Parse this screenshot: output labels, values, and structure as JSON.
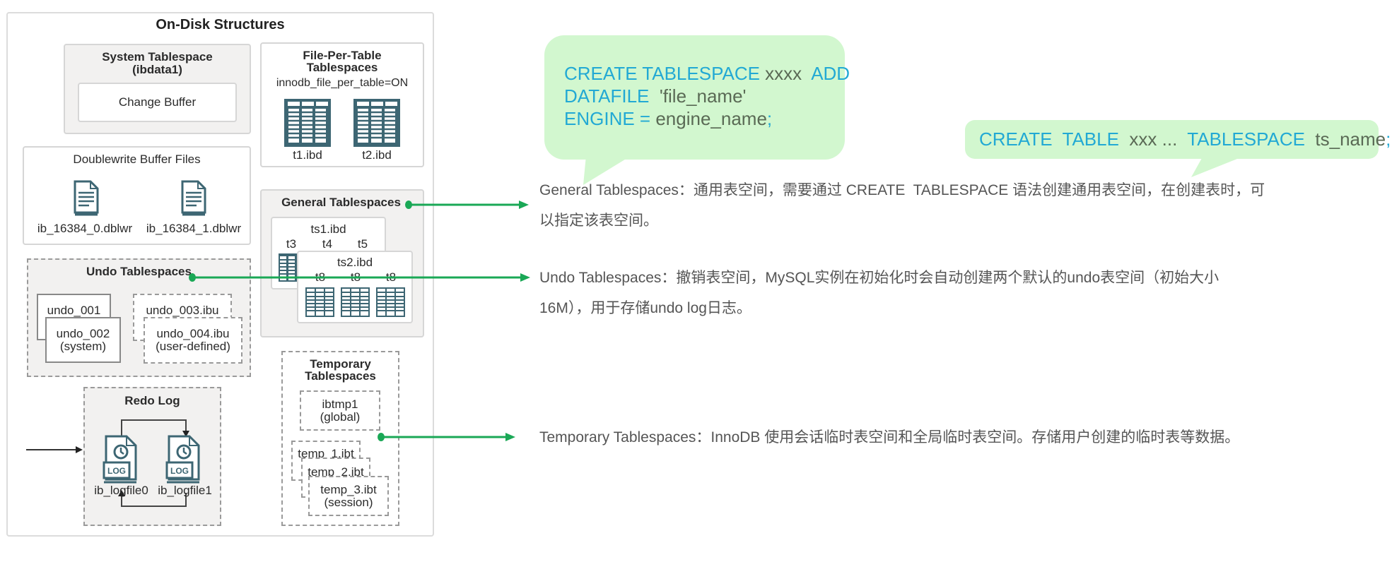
{
  "diagram": {
    "title": "On-Disk Structures",
    "system_tablespace": {
      "title": "System Tablespace",
      "subtitle": "(ibdata1)",
      "change_buffer": "Change Buffer"
    },
    "file_per_table": {
      "title_line1": "File-Per-Table",
      "title_line2": "Tablespaces",
      "setting": "innodb_file_per_table=ON",
      "files": [
        "t1.ibd",
        "t2.ibd"
      ]
    },
    "doublewrite": {
      "title": "Doublewrite Buffer Files",
      "files": [
        "ib_16384_0.dblwr",
        "ib_16384_1.dblwr"
      ]
    },
    "general": {
      "title": "General Tablespaces",
      "ts1": {
        "name": "ts1.ibd",
        "tables": [
          "t3",
          "t4",
          "t5"
        ]
      },
      "ts2": {
        "name": "ts2.ibd",
        "tables": [
          "t8",
          "t8",
          "t8"
        ]
      }
    },
    "undo": {
      "title": "Undo Tablespaces",
      "undo_001": "undo_001",
      "undo_002": "undo_002",
      "undo_002_note": "(system)",
      "undo_003": "undo_003.ibu",
      "undo_004": "undo_004.ibu",
      "undo_004_note": "(user-defined)"
    },
    "redo": {
      "title": "Redo Log",
      "files": [
        "ib_logfile0",
        "ib_logfile1"
      ],
      "icon_label": "LOG"
    },
    "temporary": {
      "title_line1": "Temporary",
      "title_line2": "Tablespaces",
      "global_name": "ibtmp1",
      "global_note": "(global)",
      "temp1": "temp_1.ibt",
      "temp2": "temp_2.ibt",
      "temp3": "temp_3.ibt",
      "temp3_note": "(session)"
    }
  },
  "bubbles": {
    "create_tablespace": {
      "kw1": "CREATE TABLESPACE",
      "id1": "xxxx",
      "kw2": "ADD",
      "kw3": "DATAFILE",
      "id2": "'file_name'",
      "kw4": "ENGINE =",
      "id3": "engine_name",
      "end": ";"
    },
    "create_table": {
      "kw1": "CREATE  TABLE",
      "id1": "xxx ...",
      "kw2": "TABLESPACE",
      "id2": "ts_name",
      "end": ";"
    }
  },
  "descriptions": {
    "general_line1": "General Tablespaces：通用表空间，需要通过 CREATE  TABLESPACE 语法创建通用表空间，在创建表时，可",
    "general_line2": "以指定该表空间。",
    "undo_line1": "Undo Tablespaces：撤销表空间，MySQL实例在初始化时会自动创建两个默认的undo表空间（初始大小",
    "undo_line2": "16M），用于存储undo log日志。",
    "temporary_line1": "Temporary Tablespaces：InnoDB 使用会话临时表空间和全局临时表空间。存储用户创建的临时表等数据。"
  },
  "colors": {
    "connector": "#1aa856",
    "bubble": "#d2f7cf",
    "keyword": "#22a9d4",
    "icon": "#3d6673"
  }
}
